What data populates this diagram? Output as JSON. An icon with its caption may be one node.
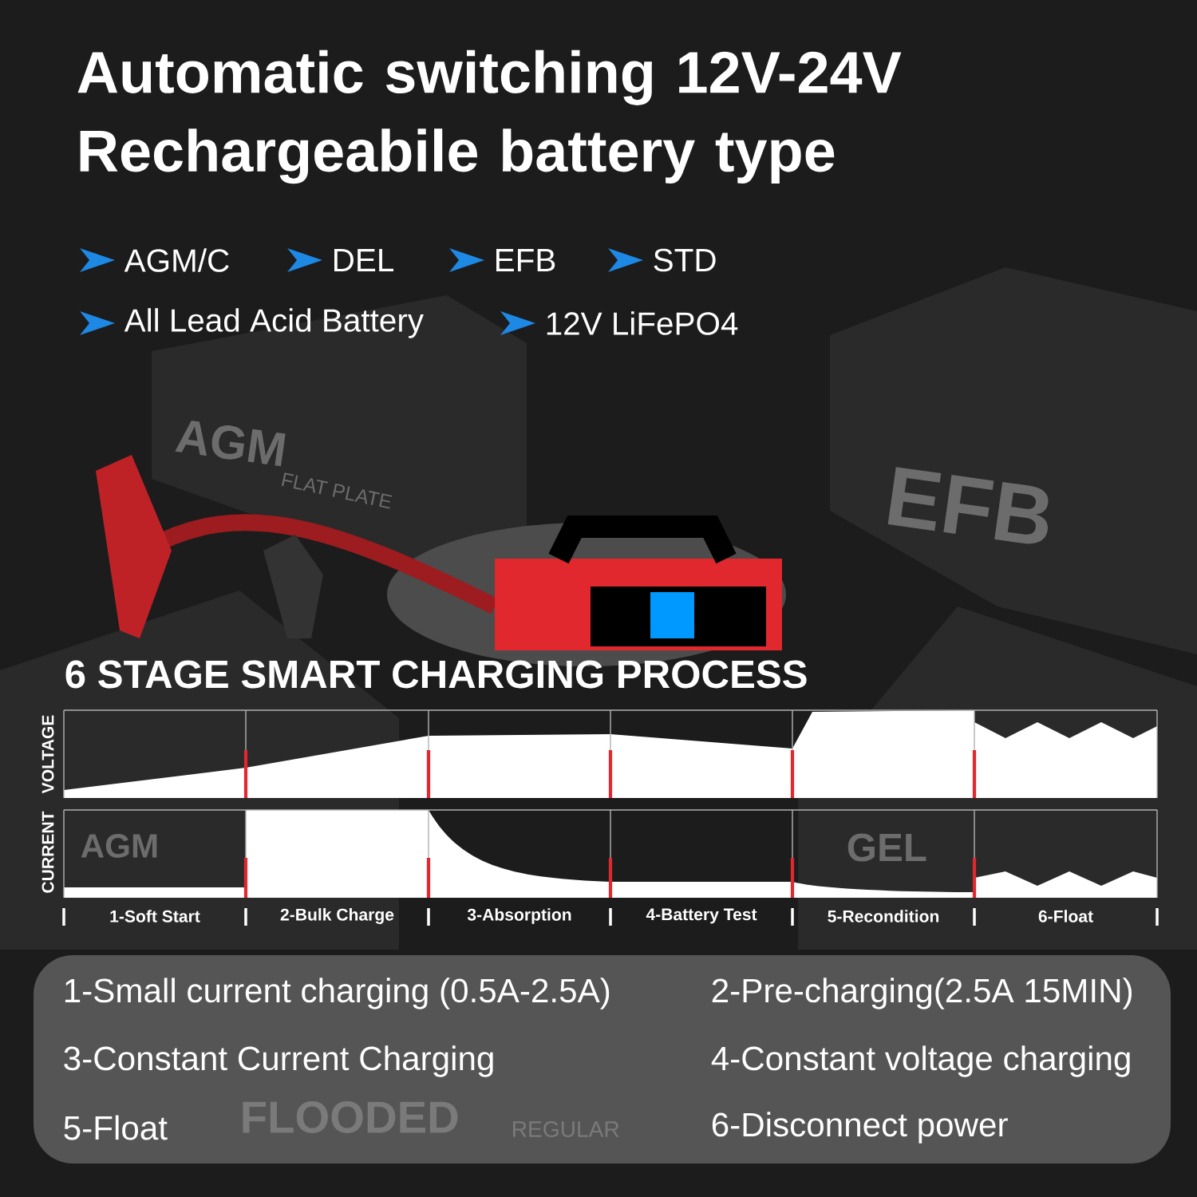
{
  "diagram": {
    "title": "Automatic switching 12V-24V Rechargeabile battery type",
    "labels": [
      "AGM/C",
      "DEL",
      "EFB",
      "STD",
      "All Lead Acid Battery",
      "12V  LiFePO4",
      "AGM",
      "FLAT PLATE",
      "EFB",
      "6 STAGE SMART CHARGING PROCESS",
      "VOLTAGE",
      "CURRENT",
      "AGM",
      "GEL",
      "1-Soft Start",
      "2-Bulk Charge",
      "3-Absorption",
      "4-Battery Test",
      "5-Recondition",
      "6-Float",
      "1-Small current charging (0.5A-2.5A)",
      "2-Pre-charging(2.5A 15MIN)",
      "3-Constant Current Charging",
      "4-Constant voltage charging",
      "5-Float",
      "FLOODED",
      "REGULAR",
      "6-Disconnect power"
    ]
  }
}
